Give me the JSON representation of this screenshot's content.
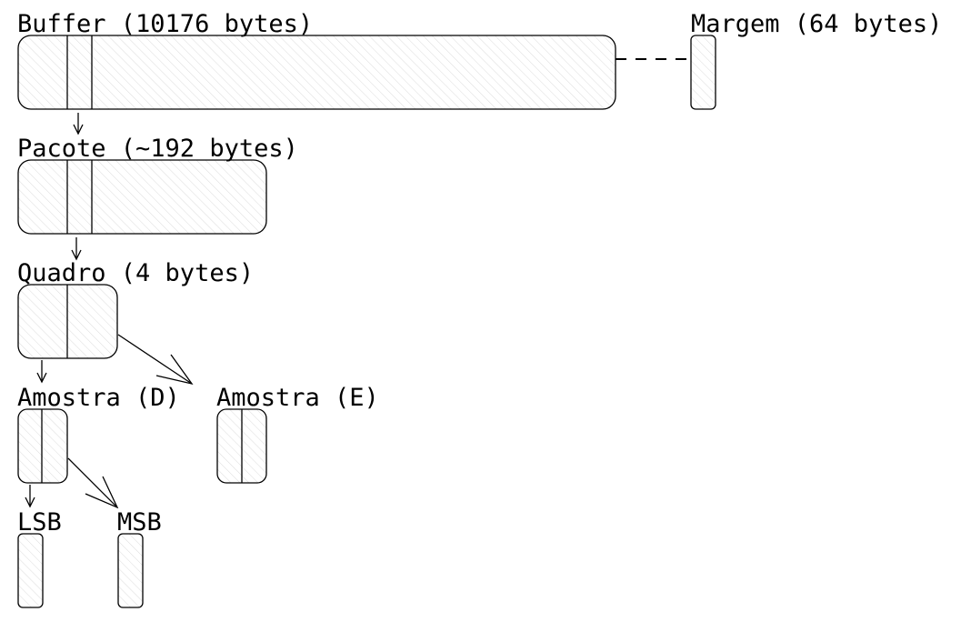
{
  "labels": {
    "buffer": "Buffer (10176 bytes)",
    "margem": "Margem (64 bytes)",
    "pacote": "Pacote (~192 bytes)",
    "quadro": "Quadro (4 bytes)",
    "amostra_d": "Amostra (D)",
    "amostra_e": "Amostra (E)",
    "lsb": "LSB",
    "msb": "MSB"
  }
}
